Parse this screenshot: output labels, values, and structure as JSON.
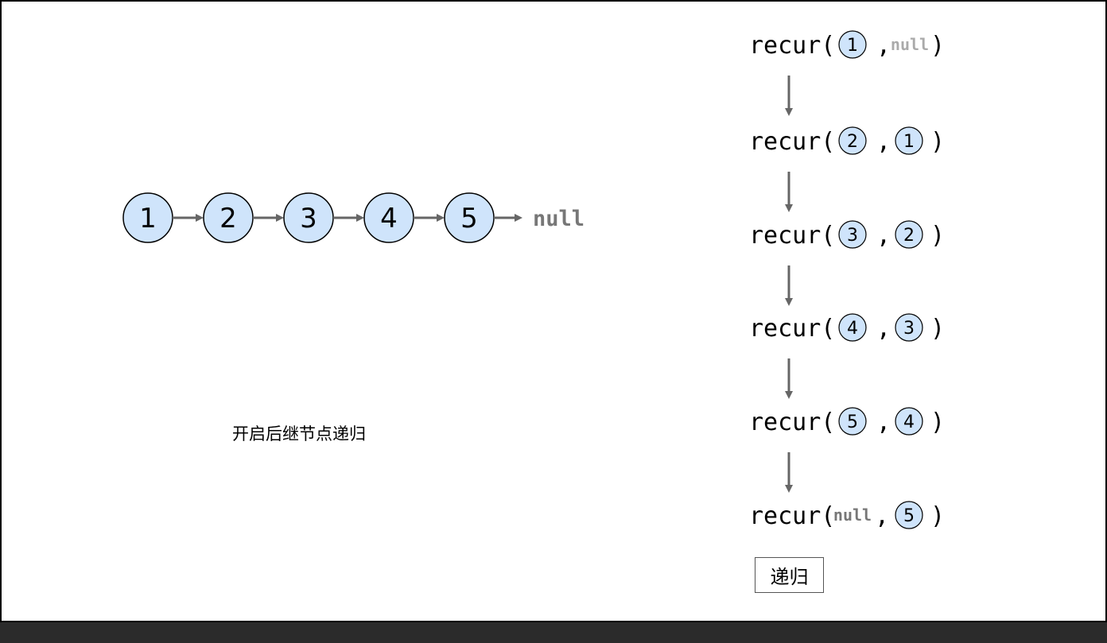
{
  "list": {
    "nodes": [
      "1",
      "2",
      "3",
      "4",
      "5"
    ],
    "tail": "null"
  },
  "caption": "开启后继节点递归",
  "calls": [
    {
      "fn": "recur(",
      "a": "1",
      "a_null": false,
      "sep": ",",
      "b": "null",
      "b_null": true,
      "close": ")"
    },
    {
      "fn": "recur(",
      "a": "2",
      "a_null": false,
      "sep": ",",
      "b": "1",
      "b_null": false,
      "close": ")"
    },
    {
      "fn": "recur(",
      "a": "3",
      "a_null": false,
      "sep": ",",
      "b": "2",
      "b_null": false,
      "close": ")"
    },
    {
      "fn": "recur(",
      "a": "4",
      "a_null": false,
      "sep": ",",
      "b": "3",
      "b_null": false,
      "close": ")"
    },
    {
      "fn": "recur(",
      "a": "5",
      "a_null": false,
      "sep": ",",
      "b": "4",
      "b_null": false,
      "close": ")"
    },
    {
      "fn": "recur(",
      "a": "null",
      "a_null": true,
      "sep": ",",
      "b": "5",
      "b_null": false,
      "close": ")"
    }
  ],
  "button_label": "递归",
  "colors": {
    "node_fill": "#cfe4fb",
    "arrow": "#666666",
    "null_dark": "#777777",
    "null_light": "#aaaaaa"
  }
}
